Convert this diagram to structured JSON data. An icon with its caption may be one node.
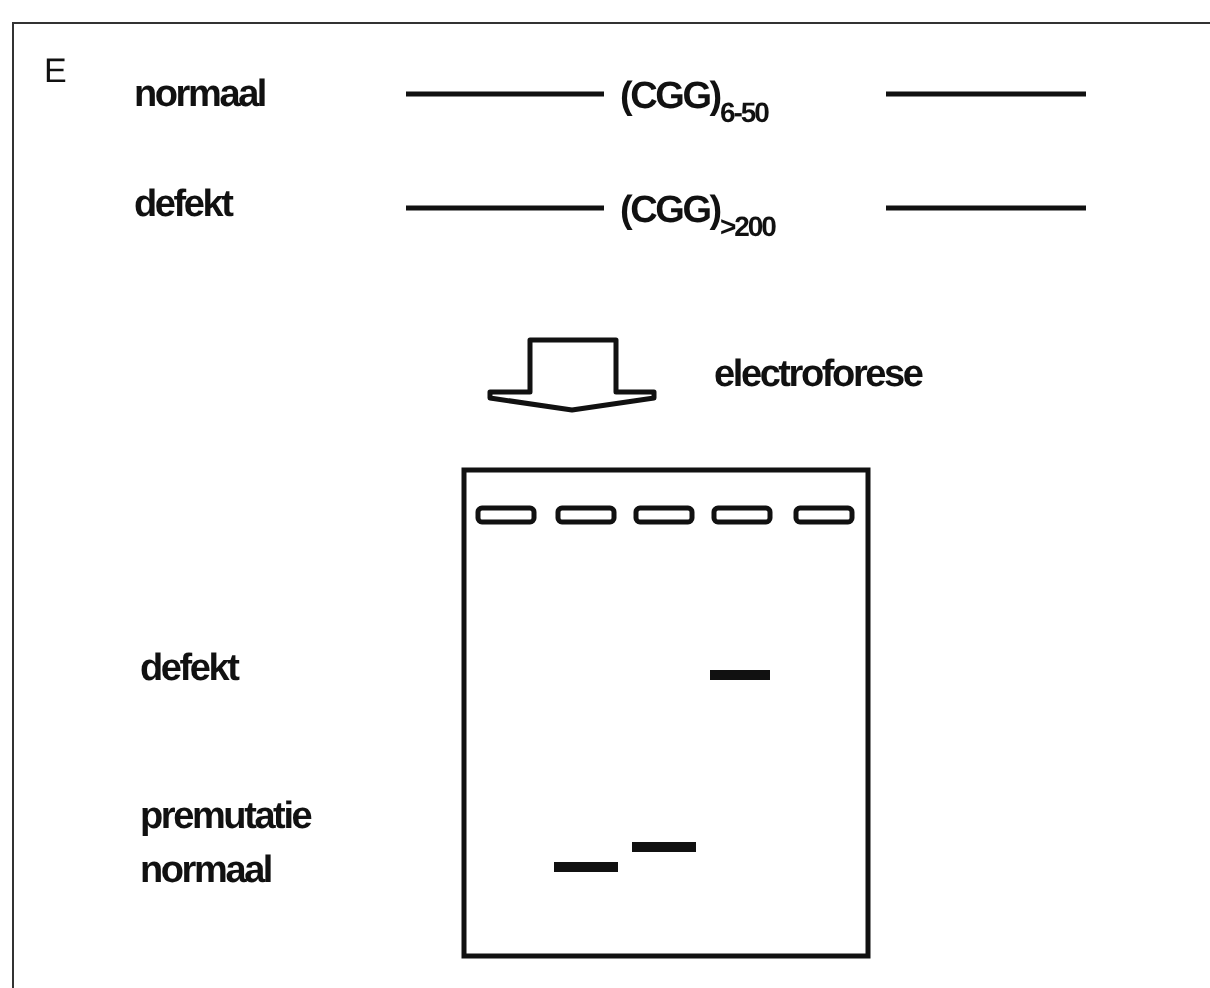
{
  "diagram": {
    "labels": [
      "E",
      "normaal",
      "(CGG)$_{6-50}$",
      "defekt",
      "(CGG)$_{>200}$",
      "electroforese",
      "defekt",
      "premutatie",
      "normaal"
    ]
  }
}
